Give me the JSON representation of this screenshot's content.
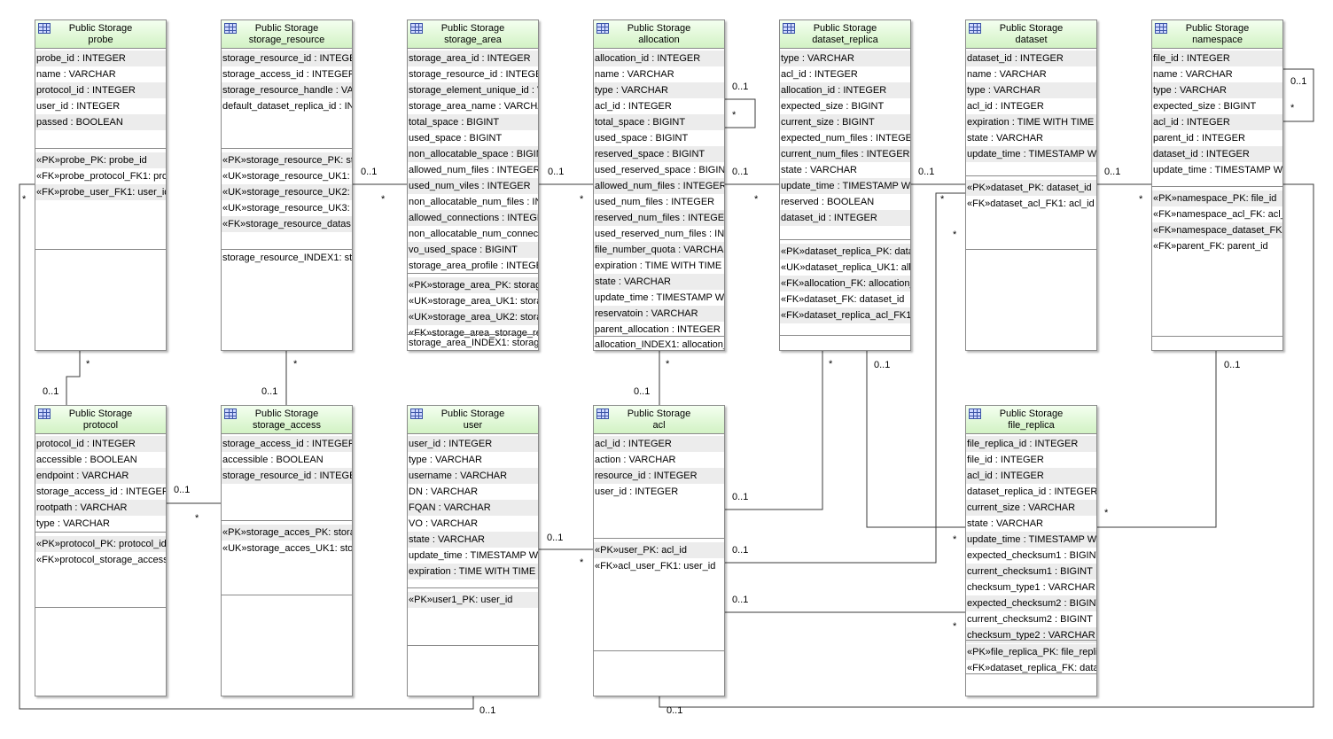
{
  "stereotype": "Public Storage",
  "multiplicities": [
    "0..1",
    "*",
    "0..1",
    "*",
    "0..1",
    "*",
    "0..1",
    "*",
    "0..1",
    "*",
    "0..1",
    "*",
    "0..1",
    "*",
    "0..1",
    "*",
    "0..1",
    "*",
    "0..1",
    "*",
    "0..1",
    "*",
    "0..1",
    "*",
    "0..1",
    "*",
    "0..1",
    "*",
    "0..1",
    "*",
    "0..1",
    "*",
    "0..1",
    "*",
    "0..1",
    "0..1",
    "*"
  ],
  "entities": [
    {
      "name": "probe",
      "attributes": [
        "probe_id : INTEGER",
        "name : VARCHAR",
        "protocol_id : INTEGER",
        "user_id : INTEGER",
        "passed : BOOLEAN"
      ],
      "keys": [
        "«PK»probe_PK: probe_id",
        "«FK»probe_protocol_FK1: prot",
        "«FK»probe_user_FK1: user_id"
      ],
      "indexes": []
    },
    {
      "name": "storage_resource",
      "attributes": [
        "storage_resource_id : INTEGER",
        "storage_access_id : INTEGER",
        "storage_resource_handle : VA",
        "default_dataset_replica_id : INT"
      ],
      "keys": [
        "«PK»storage_resource_PK: st",
        "«UK»storage_resource_UK1: s",
        "«UK»storage_resource_UK2: (",
        "«UK»storage_resource_UK3: s",
        "«FK»storage_resource_datas"
      ],
      "indexes": [
        "storage_resource_INDEX1: sto"
      ]
    },
    {
      "name": "storage_area",
      "attributes": [
        "storage_area_id : INTEGER",
        "storage_resource_id : INTEGEI",
        "storage_element_unique_id : V",
        "storage_area_name : VARCHA",
        "total_space : BIGINT",
        "used_space : BIGINT",
        "non_allocatable_space : BIGIN",
        "allowed_num_files : INTEGER",
        "used_num_viles : INTEGER",
        "non_allocatable_num_files : INT",
        "allowed_connections : INTEGE",
        "non_allocatable_num_connect",
        "vo_used_space : BIGINT",
        "storage_area_profile : INTEGEI"
      ],
      "keys": [
        "«PK»storage_area_PK: storag",
        "«UK»storage_area_UK1: stora",
        "«UK»storage_area_UK2: stora",
        "«FK»storage_area_storage_re"
      ],
      "indexes": [
        "storage_area_INDEX1: storage"
      ]
    },
    {
      "name": "allocation",
      "attributes": [
        "allocation_id : INTEGER",
        "name : VARCHAR",
        "type : VARCHAR",
        "acl_id : INTEGER",
        "total_space : BIGINT",
        "used_space : BIGINT",
        "reserved_space : BIGINT",
        "used_reserved_space : BIGINT",
        "allowed_num_files : INTEGER",
        "used_num_files : INTEGER",
        "reserved_num_files : INTEGER",
        "used_reserved_num_files : INT",
        "file_number_quota : VARCHAR",
        "expiration : TIME WITH TIME ZC",
        "state : VARCHAR",
        "update_time : TIMESTAMP WITI",
        "reservatoin : VARCHAR",
        "parent_allocation : INTEGER"
      ],
      "keys": [],
      "indexes": [
        "allocation_INDEX1: allocation_i"
      ]
    },
    {
      "name": "dataset_replica",
      "attributes": [
        "type : VARCHAR",
        "acl_id : INTEGER",
        "allocation_id : INTEGER",
        "expected_size : BIGINT",
        "current_size : BIGINT",
        "expected_num_files : INTEGER",
        "current_num_files : INTEGER",
        "state : VARCHAR",
        "update_time : TIMESTAMP WITI",
        "reserved : BOOLEAN",
        "dataset_id : INTEGER"
      ],
      "keys": [
        "«PK»dataset_replica_PK: datas",
        "«UK»dataset_replica_UK1: alloc",
        "«FK»allocation_FK: allocation_",
        "«FK»dataset_FK: dataset_id",
        "«FK»dataset_replica_acl_FK1:"
      ],
      "indexes": []
    },
    {
      "name": "dataset",
      "attributes": [
        "dataset_id : INTEGER",
        "name : VARCHAR",
        "type : VARCHAR",
        "acl_id : INTEGER",
        "expiration : TIME WITH TIME ZC",
        "state : VARCHAR",
        "update_time : TIMESTAMP WITI"
      ],
      "keys": [
        "«PK»dataset_PK: dataset_id",
        "«FK»dataset_acl_FK1: acl_id"
      ],
      "indexes": []
    },
    {
      "name": "namespace",
      "attributes": [
        "file_id : INTEGER",
        "name : VARCHAR",
        "type : VARCHAR",
        "expected_size : BIGINT",
        "acl_id : INTEGER",
        "parent_id : INTEGER",
        "dataset_id : INTEGER",
        "update_time : TIMESTAMP WITI"
      ],
      "keys": [
        "«PK»namespace_PK: file_id",
        "«FK»namespace_acl_FK: acl_",
        "«FK»namespace_dataset_FK1",
        "«FK»parent_FK: parent_id"
      ],
      "indexes": []
    },
    {
      "name": "protocol",
      "attributes": [
        "protocol_id : INTEGER",
        "accessible : BOOLEAN",
        "endpoint : VARCHAR",
        "storage_access_id : INTEGER",
        "rootpath : VARCHAR",
        "type : VARCHAR"
      ],
      "keys": [
        "«PK»protocol_PK: protocol_id",
        "«FK»protocol_storage_access"
      ],
      "indexes": []
    },
    {
      "name": "storage_access",
      "attributes": [
        "storage_access_id : INTEGER",
        "accessible : BOOLEAN",
        "storage_resource_id : INTEGEI"
      ],
      "keys": [
        "«PK»storage_acces_PK: stora",
        "«UK»storage_acces_UK1: sto"
      ],
      "indexes": []
    },
    {
      "name": "user",
      "attributes": [
        "user_id : INTEGER",
        "type : VARCHAR",
        "username : VARCHAR",
        "DN : VARCHAR",
        "FQAN : VARCHAR",
        "VO : VARCHAR",
        "state : VARCHAR",
        "update_time : TIMESTAMP WITI",
        "expiration : TIME WITH TIME ZC"
      ],
      "keys": [
        "«PK»user1_PK: user_id"
      ],
      "indexes": []
    },
    {
      "name": "acl",
      "attributes": [
        "acl_id : INTEGER",
        "action : VARCHAR",
        "resource_id : INTEGER",
        "user_id : INTEGER"
      ],
      "keys": [
        "«PK»user_PK: acl_id",
        "«FK»acl_user_FK1: user_id"
      ],
      "indexes": []
    },
    {
      "name": "file_replica",
      "attributes": [
        "file_replica_id : INTEGER",
        "file_id : INTEGER",
        "acl_id : INTEGER",
        "dataset_replica_id : INTEGER",
        "current_size : VARCHAR",
        "state : VARCHAR",
        "update_time : TIMESTAMP WITI",
        "expected_checksum1 : BIGINT",
        "current_checksum1 : BIGINT",
        "checksum_type1 : VARCHAR",
        "expected_checksum2 : BIGINT",
        "current_checksum2 : BIGINT",
        "checksum_type2 : VARCHAR"
      ],
      "keys": [
        "«PK»file_replica_PK: file_replic",
        "«FK»dataset_replica_FK: datas"
      ],
      "indexes": []
    }
  ]
}
